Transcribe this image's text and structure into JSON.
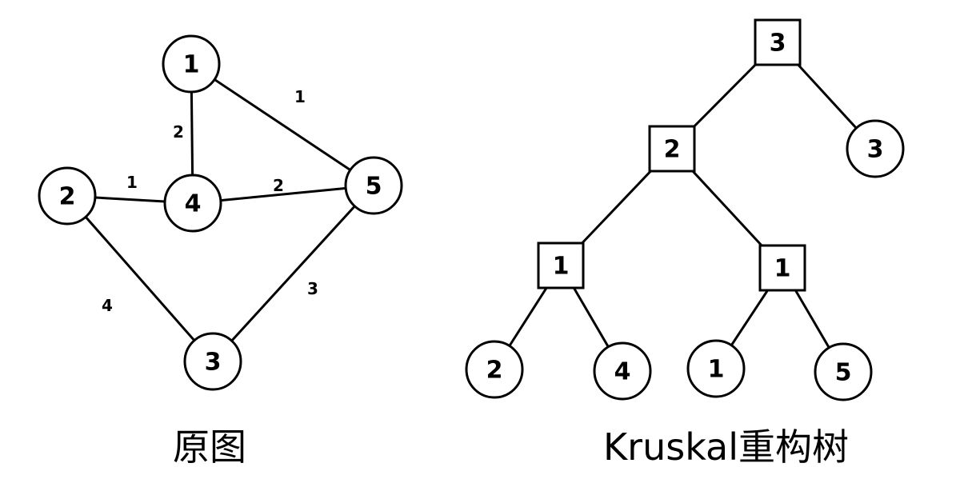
{
  "original_graph": {
    "caption": "原图",
    "nodes": [
      {
        "id": "n1",
        "label": "1"
      },
      {
        "id": "n2",
        "label": "2"
      },
      {
        "id": "n3",
        "label": "3"
      },
      {
        "id": "n4",
        "label": "4"
      },
      {
        "id": "n5",
        "label": "5"
      }
    ],
    "edges": [
      {
        "id": "e14",
        "from": "n1",
        "to": "n4",
        "weight": "2"
      },
      {
        "id": "e15",
        "from": "n1",
        "to": "n5",
        "weight": "1"
      },
      {
        "id": "e24",
        "from": "n2",
        "to": "n4",
        "weight": "1"
      },
      {
        "id": "e45",
        "from": "n4",
        "to": "n5",
        "weight": "2"
      },
      {
        "id": "e23",
        "from": "n2",
        "to": "n3",
        "weight": "4"
      },
      {
        "id": "e35",
        "from": "n3",
        "to": "n5",
        "weight": "3"
      }
    ]
  },
  "kruskal_tree": {
    "caption": "Kruskal重构树",
    "nodes": [
      {
        "id": "root",
        "label": "3",
        "kind": "square"
      },
      {
        "id": "mid",
        "label": "2",
        "kind": "square"
      },
      {
        "id": "leaf3",
        "label": "3",
        "kind": "circle"
      },
      {
        "id": "sqL",
        "label": "1",
        "kind": "square"
      },
      {
        "id": "sqR",
        "label": "1",
        "kind": "square"
      },
      {
        "id": "leaf2",
        "label": "2",
        "kind": "circle"
      },
      {
        "id": "leaf4",
        "label": "4",
        "kind": "circle"
      },
      {
        "id": "leaf1",
        "label": "1",
        "kind": "circle"
      },
      {
        "id": "leaf5",
        "label": "5",
        "kind": "circle"
      }
    ],
    "edges": [
      {
        "from": "root",
        "to": "mid"
      },
      {
        "from": "root",
        "to": "leaf3"
      },
      {
        "from": "mid",
        "to": "sqL"
      },
      {
        "from": "mid",
        "to": "sqR"
      },
      {
        "from": "sqL",
        "to": "leaf2"
      },
      {
        "from": "sqL",
        "to": "leaf4"
      },
      {
        "from": "sqR",
        "to": "leaf1"
      },
      {
        "from": "sqR",
        "to": "leaf5"
      }
    ]
  }
}
